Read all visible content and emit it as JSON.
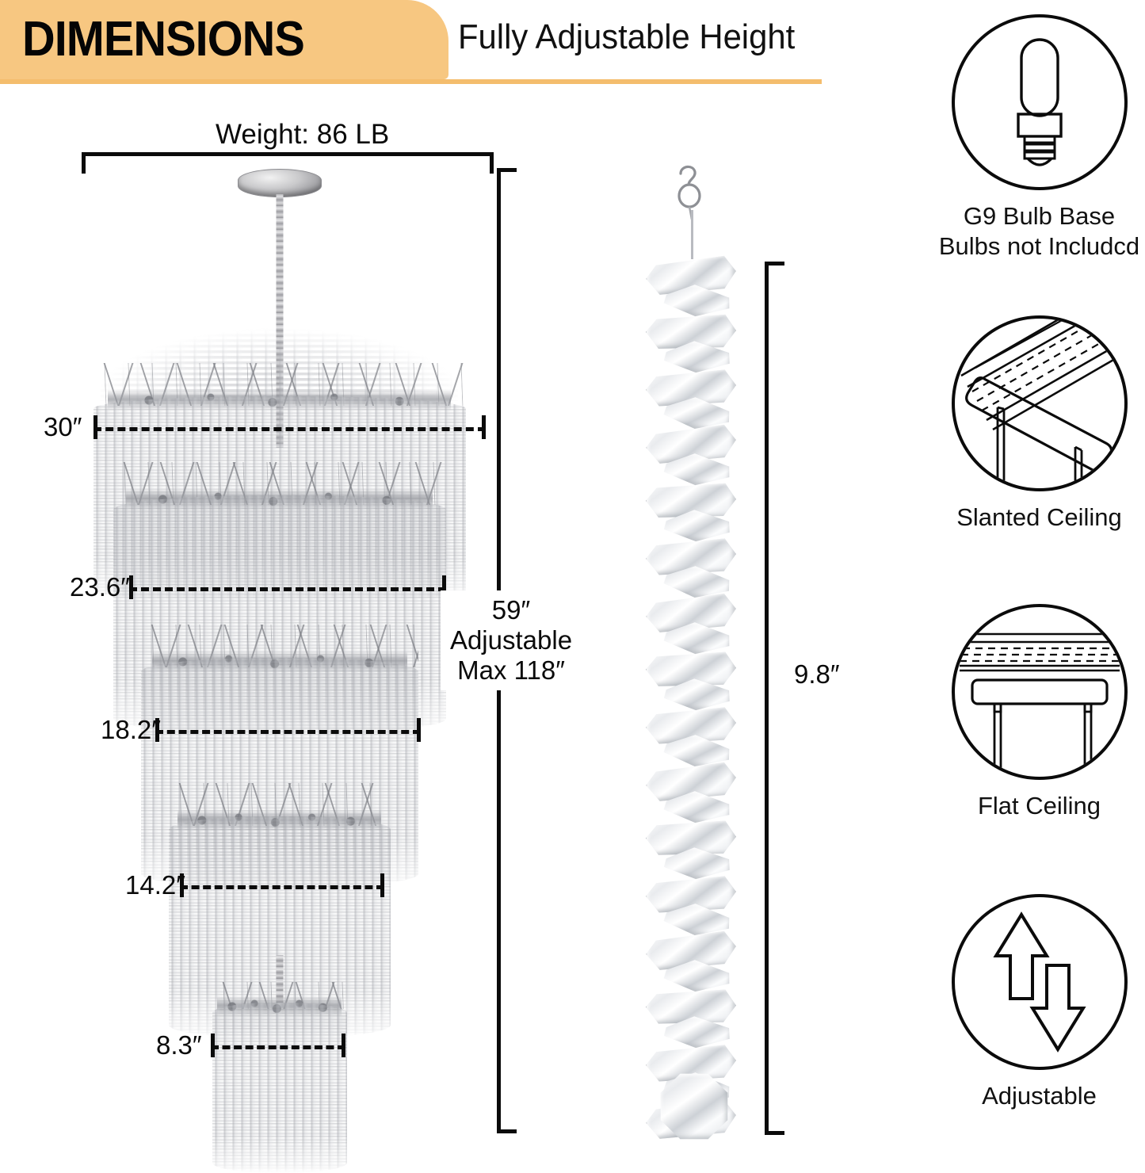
{
  "header": {
    "title": "DIMENSIONS",
    "subtitle": "Fully Adjustable Height",
    "band_color": "#f7c781",
    "rule_color": "#f4bd6d"
  },
  "product": {
    "weight_label": "Weight: 86 LB",
    "overall_width": "30″",
    "height_value": "59″",
    "height_adjustable": "Adjustable",
    "height_max": "Max 118″",
    "tier_widths": [
      {
        "name": "tier-1-width",
        "value": "30″"
      },
      {
        "name": "tier-2-width",
        "value": "23.6″"
      },
      {
        "name": "tier-3-width",
        "value": "18.2″"
      },
      {
        "name": "tier-4-width",
        "value": "14.2″"
      },
      {
        "name": "tier-5-width",
        "value": "8.3″"
      }
    ],
    "crystal_strand_length": "9.8″"
  },
  "features": [
    {
      "icon": "light-bulb-icon",
      "caption_line1": "G9 Bulb Base",
      "caption_line2": "Bulbs not Includcd"
    },
    {
      "icon": "slanted-ceiling-icon",
      "caption_line1": "Slanted Ceiling",
      "caption_line2": ""
    },
    {
      "icon": "flat-ceiling-icon",
      "caption_line1": "Flat Ceiling",
      "caption_line2": ""
    },
    {
      "icon": "up-down-arrows-icon",
      "caption_line1": "Adjustable",
      "caption_line2": ""
    }
  ]
}
